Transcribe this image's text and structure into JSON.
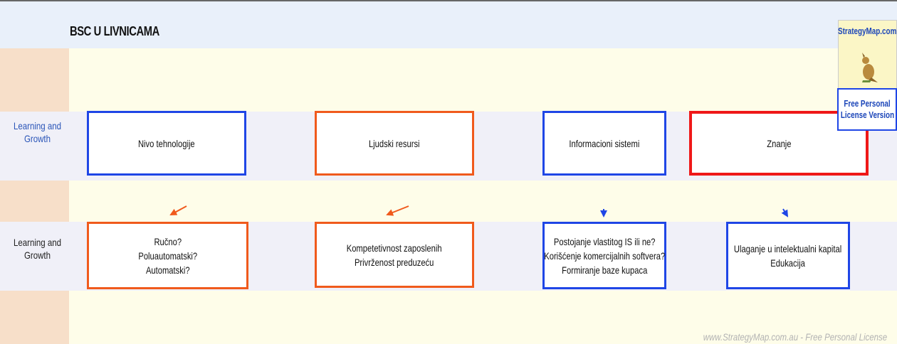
{
  "title": "BSC U LIVNICAMA",
  "rows": [
    {
      "label": "Learning and Growth"
    },
    {
      "label": "Learning and Growth"
    }
  ],
  "objectives": [
    {
      "text": "Nivo tehnologije",
      "color": "#1f46e6"
    },
    {
      "text": "Ljudski resursi",
      "color": "#f05a1c"
    },
    {
      "text": "Informacioni sistemi",
      "color": "#1f46e6"
    },
    {
      "text": "Znanje",
      "color": "#ef1818"
    }
  ],
  "measures": [
    {
      "lines": [
        "Ručno?",
        "Poluautomatski?",
        "Automatski?"
      ],
      "color": "#f05a1c"
    },
    {
      "lines": [
        "Kompetetivnost zaposlenih",
        "Privrženost preduzeću"
      ],
      "color": "#f05a1c"
    },
    {
      "lines": [
        "Postojanje vlastitog IS ili ne?",
        "Korišćenje komercijalnih softvera?",
        "Formiranje baze kupaca"
      ],
      "color": "#1f46e6"
    },
    {
      "lines": [
        "Ulaganje u intelektualni kapital",
        "Edukacija"
      ],
      "color": "#1f46e6"
    }
  ],
  "logo": {
    "site": "StrategyMap.com.au",
    "license_line1": "Free Personal",
    "license_line2": "License Version"
  },
  "watermark": "www.StrategyMap.com.au - Free Personal License"
}
